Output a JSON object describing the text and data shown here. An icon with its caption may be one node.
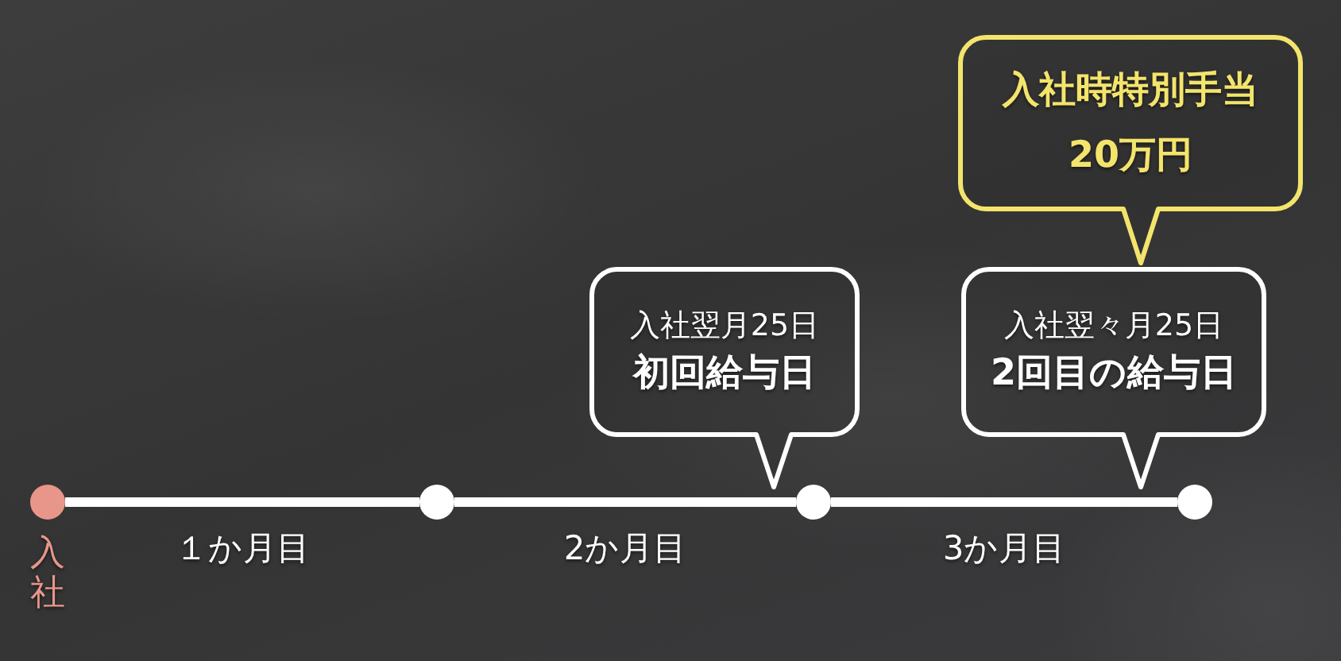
{
  "diagram": {
    "nodes": [
      {
        "text": [
          "入社時特別手当",
          "20万円"
        ]
      },
      {
        "text": [
          "入社翌月25日",
          "初回給与日"
        ]
      },
      {
        "text": [
          "入社翌々月25日",
          "2回目の給与日"
        ]
      },
      {
        "text": [],
        "shape": "circle",
        "beside": [
          "入社"
        ]
      },
      {
        "text": [],
        "shape": "circle"
      },
      {
        "text": [],
        "shape": "circle"
      },
      {
        "text": [],
        "shape": "circle"
      }
    ],
    "edges": [
      {
        "from": 3,
        "to": 4,
        "arrow": "none",
        "label": "１か月目"
      },
      {
        "from": 4,
        "to": 5,
        "arrow": "none",
        "label": "2か月目"
      },
      {
        "from": 5,
        "to": 6,
        "arrow": "none",
        "label": "3か月目"
      }
    ]
  }
}
